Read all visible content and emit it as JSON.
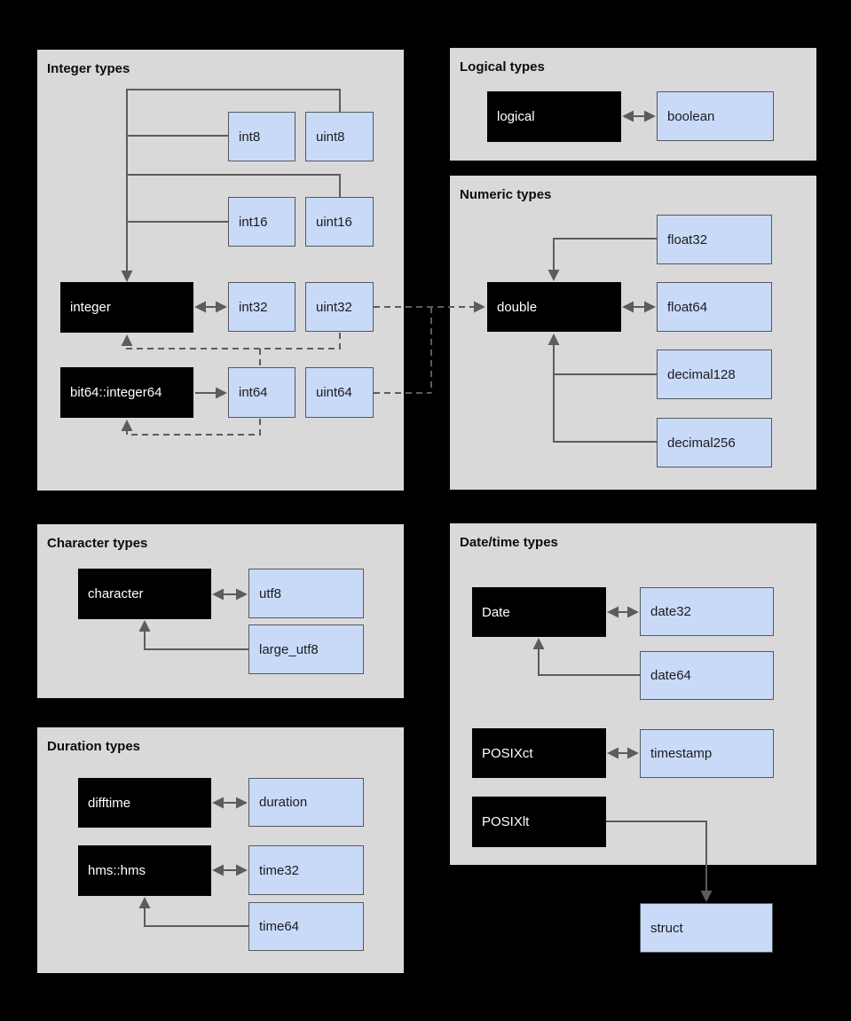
{
  "panels": {
    "integer": {
      "title": "Integer types"
    },
    "logical": {
      "title": "Logical types"
    },
    "numeric": {
      "title": "Numeric types"
    },
    "character": {
      "title": "Character  types"
    },
    "duration": {
      "title": "Duration  types"
    },
    "datetime": {
      "title": "Date/time types"
    }
  },
  "nodes": {
    "int8": {
      "label": "int8",
      "kind": "arrow",
      "panel": "integer"
    },
    "uint8": {
      "label": "uint8",
      "kind": "arrow",
      "panel": "integer"
    },
    "int16": {
      "label": "int16",
      "kind": "arrow",
      "panel": "integer"
    },
    "uint16": {
      "label": "uint16",
      "kind": "arrow",
      "panel": "integer"
    },
    "integer": {
      "label": "integer",
      "kind": "r",
      "panel": "integer"
    },
    "int32": {
      "label": "int32",
      "kind": "arrow",
      "panel": "integer"
    },
    "uint32": {
      "label": "uint32",
      "kind": "arrow",
      "panel": "integer"
    },
    "bit64_integer64": {
      "label": "bit64::integer64",
      "kind": "r",
      "panel": "integer"
    },
    "int64": {
      "label": "int64",
      "kind": "arrow",
      "panel": "integer"
    },
    "uint64": {
      "label": "uint64",
      "kind": "arrow",
      "panel": "integer"
    },
    "logical": {
      "label": "logical",
      "kind": "r",
      "panel": "logical"
    },
    "boolean": {
      "label": "boolean",
      "kind": "arrow",
      "panel": "logical"
    },
    "float32": {
      "label": "float32",
      "kind": "arrow",
      "panel": "numeric"
    },
    "double": {
      "label": "double",
      "kind": "r",
      "panel": "numeric"
    },
    "float64": {
      "label": "float64",
      "kind": "arrow",
      "panel": "numeric"
    },
    "decimal128": {
      "label": "decimal128",
      "kind": "arrow",
      "panel": "numeric"
    },
    "decimal256": {
      "label": "decimal256",
      "kind": "arrow",
      "panel": "numeric"
    },
    "character": {
      "label": "character",
      "kind": "r",
      "panel": "character"
    },
    "utf8": {
      "label": "utf8",
      "kind": "arrow",
      "panel": "character"
    },
    "large_utf8": {
      "label": "large_utf8",
      "kind": "arrow",
      "panel": "character"
    },
    "difftime": {
      "label": "difftime",
      "kind": "r",
      "panel": "duration"
    },
    "duration": {
      "label": "duration",
      "kind": "arrow",
      "panel": "duration"
    },
    "hms_hms": {
      "label": "hms::hms",
      "kind": "r",
      "panel": "duration"
    },
    "time32": {
      "label": "time32",
      "kind": "arrow",
      "panel": "duration"
    },
    "time64": {
      "label": "time64",
      "kind": "arrow",
      "panel": "duration"
    },
    "date_r": {
      "label": "Date",
      "kind": "r",
      "panel": "datetime"
    },
    "date32": {
      "label": "date32",
      "kind": "arrow",
      "panel": "datetime"
    },
    "date64": {
      "label": "date64",
      "kind": "arrow",
      "panel": "datetime"
    },
    "posixct": {
      "label": "POSIXct",
      "kind": "r",
      "panel": "datetime"
    },
    "timestamp": {
      "label": "timestamp",
      "kind": "arrow",
      "panel": "datetime"
    },
    "posixlt": {
      "label": "POSIXlt",
      "kind": "r",
      "panel": "datetime"
    },
    "struct": {
      "label": "struct",
      "kind": "arrow",
      "panel": null
    }
  },
  "edges": [
    {
      "from": "int8",
      "to": "integer",
      "style": "solid",
      "bidirectional": false
    },
    {
      "from": "uint8",
      "to": "integer",
      "style": "solid",
      "bidirectional": false
    },
    {
      "from": "int16",
      "to": "integer",
      "style": "solid",
      "bidirectional": false
    },
    {
      "from": "uint16",
      "to": "integer",
      "style": "solid",
      "bidirectional": false
    },
    {
      "from": "integer",
      "to": "int32",
      "style": "solid",
      "bidirectional": true
    },
    {
      "from": "bit64_integer64",
      "to": "int64",
      "style": "solid",
      "bidirectional": false
    },
    {
      "from": "uint32",
      "to": "integer",
      "style": "dashed",
      "bidirectional": false
    },
    {
      "from": "int64",
      "to": "integer",
      "style": "dashed",
      "bidirectional": false
    },
    {
      "from": "int64",
      "to": "bit64_integer64",
      "style": "dashed",
      "bidirectional": false
    },
    {
      "from": "uint32",
      "to": "double",
      "style": "dashed",
      "bidirectional": false
    },
    {
      "from": "uint64",
      "to": "double",
      "style": "dashed",
      "bidirectional": false
    },
    {
      "from": "logical",
      "to": "boolean",
      "style": "solid",
      "bidirectional": true
    },
    {
      "from": "float32",
      "to": "double",
      "style": "solid",
      "bidirectional": false
    },
    {
      "from": "double",
      "to": "float64",
      "style": "solid",
      "bidirectional": true
    },
    {
      "from": "decimal128",
      "to": "double",
      "style": "solid",
      "bidirectional": false
    },
    {
      "from": "decimal256",
      "to": "double",
      "style": "solid",
      "bidirectional": false
    },
    {
      "from": "character",
      "to": "utf8",
      "style": "solid",
      "bidirectional": true
    },
    {
      "from": "large_utf8",
      "to": "character",
      "style": "solid",
      "bidirectional": false
    },
    {
      "from": "difftime",
      "to": "duration",
      "style": "solid",
      "bidirectional": true
    },
    {
      "from": "hms_hms",
      "to": "time32",
      "style": "solid",
      "bidirectional": true
    },
    {
      "from": "time64",
      "to": "hms_hms",
      "style": "solid",
      "bidirectional": false
    },
    {
      "from": "date_r",
      "to": "date32",
      "style": "solid",
      "bidirectional": true
    },
    {
      "from": "date64",
      "to": "date_r",
      "style": "solid",
      "bidirectional": false
    },
    {
      "from": "posixct",
      "to": "timestamp",
      "style": "solid",
      "bidirectional": true
    },
    {
      "from": "posixlt",
      "to": "struct",
      "style": "solid",
      "bidirectional": false
    }
  ],
  "colors": {
    "page_bg": "#000000",
    "panel_bg": "#d9d9d9",
    "r_type_bg": "#000000",
    "r_type_text": "#ffffff",
    "arrow_type_bg": "#c9daf8",
    "arrow_type_border": "#55585e",
    "line": "#5c5c5c"
  }
}
